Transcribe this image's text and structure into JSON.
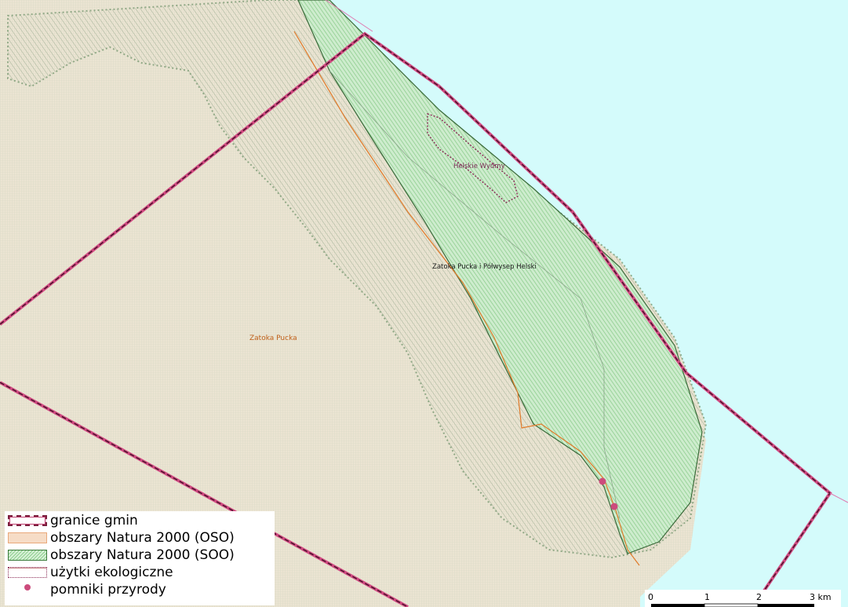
{
  "colors": {
    "sea": "#d4fbfb",
    "land": "#e8e2d0",
    "oso_hatch": "#c8d4c0",
    "soo_fill": "#c4eac4",
    "soo_border": "#4a7a4a",
    "boundary_gmin": "#d24a82",
    "uzytki": "#8a2a55",
    "pomniki": "#cc4b7c",
    "road": "#e07a2a"
  },
  "map_labels": {
    "zatoka_pucka": "Zatoka Pucka",
    "zatoka_pucka_i_polwysep": "Zatoka Pucka i Półwysep Helski",
    "helskie_wydmy": "Helskie Wydmy"
  },
  "legend": {
    "items": [
      {
        "label": "granice gmin",
        "icon": "dashed-boundary-swatch"
      },
      {
        "label": "obszary Natura 2000 (OSO)",
        "icon": "orange-fill-swatch"
      },
      {
        "label": "obszary Natura 2000 (SOO)",
        "icon": "green-hatch-swatch"
      },
      {
        "label": "użytki ekologiczne",
        "icon": "dotted-boundary-swatch"
      },
      {
        "label": "pomniki przyrody",
        "icon": "pink-dot-icon"
      }
    ]
  },
  "scale": {
    "ticks": [
      "0",
      "1",
      "2",
      "3 km"
    ]
  }
}
